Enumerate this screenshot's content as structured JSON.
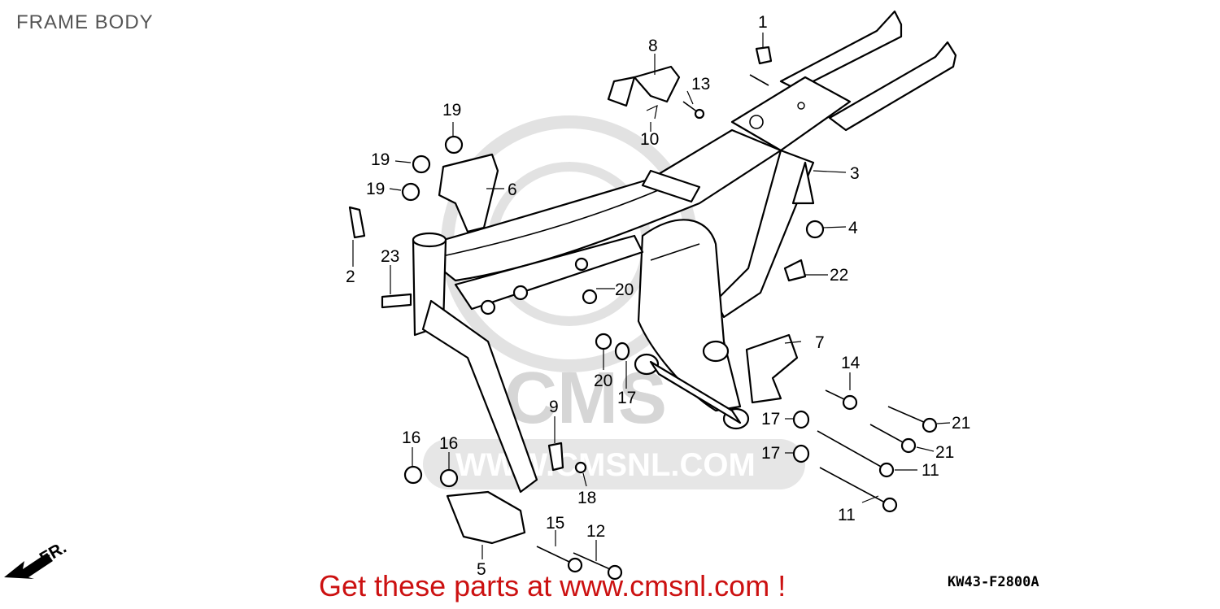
{
  "title": "FRAME BODY",
  "footer_text": "Get these parts at www.cmsnl.com !",
  "diagram_code": "KW43-F2800A",
  "watermark": {
    "url": "WWW.CMSNL.COM",
    "logo": "CMS"
  },
  "front_arrow_label": "FR.",
  "callouts": [
    {
      "id": "c1",
      "text": "1"
    },
    {
      "id": "c2",
      "text": "2"
    },
    {
      "id": "c3",
      "text": "3"
    },
    {
      "id": "c4",
      "text": "4"
    },
    {
      "id": "c5",
      "text": "5"
    },
    {
      "id": "c6",
      "text": "6"
    },
    {
      "id": "c7",
      "text": "7"
    },
    {
      "id": "c8",
      "text": "8"
    },
    {
      "id": "c9",
      "text": "9"
    },
    {
      "id": "c10",
      "text": "10"
    },
    {
      "id": "c11a",
      "text": "11"
    },
    {
      "id": "c11b",
      "text": "11"
    },
    {
      "id": "c12",
      "text": "12"
    },
    {
      "id": "c13",
      "text": "13"
    },
    {
      "id": "c14",
      "text": "14"
    },
    {
      "id": "c15",
      "text": "15"
    },
    {
      "id": "c16a",
      "text": "16"
    },
    {
      "id": "c16b",
      "text": "16"
    },
    {
      "id": "c17a",
      "text": "17"
    },
    {
      "id": "c17b",
      "text": "17"
    },
    {
      "id": "c17c",
      "text": "17"
    },
    {
      "id": "c18",
      "text": "18"
    },
    {
      "id": "c19a",
      "text": "19"
    },
    {
      "id": "c19b",
      "text": "19"
    },
    {
      "id": "c19c",
      "text": "19"
    },
    {
      "id": "c20a",
      "text": "20"
    },
    {
      "id": "c20b",
      "text": "20"
    },
    {
      "id": "c21a",
      "text": "21"
    },
    {
      "id": "c21b",
      "text": "21"
    },
    {
      "id": "c22",
      "text": "22"
    },
    {
      "id": "c23",
      "text": "23"
    }
  ]
}
